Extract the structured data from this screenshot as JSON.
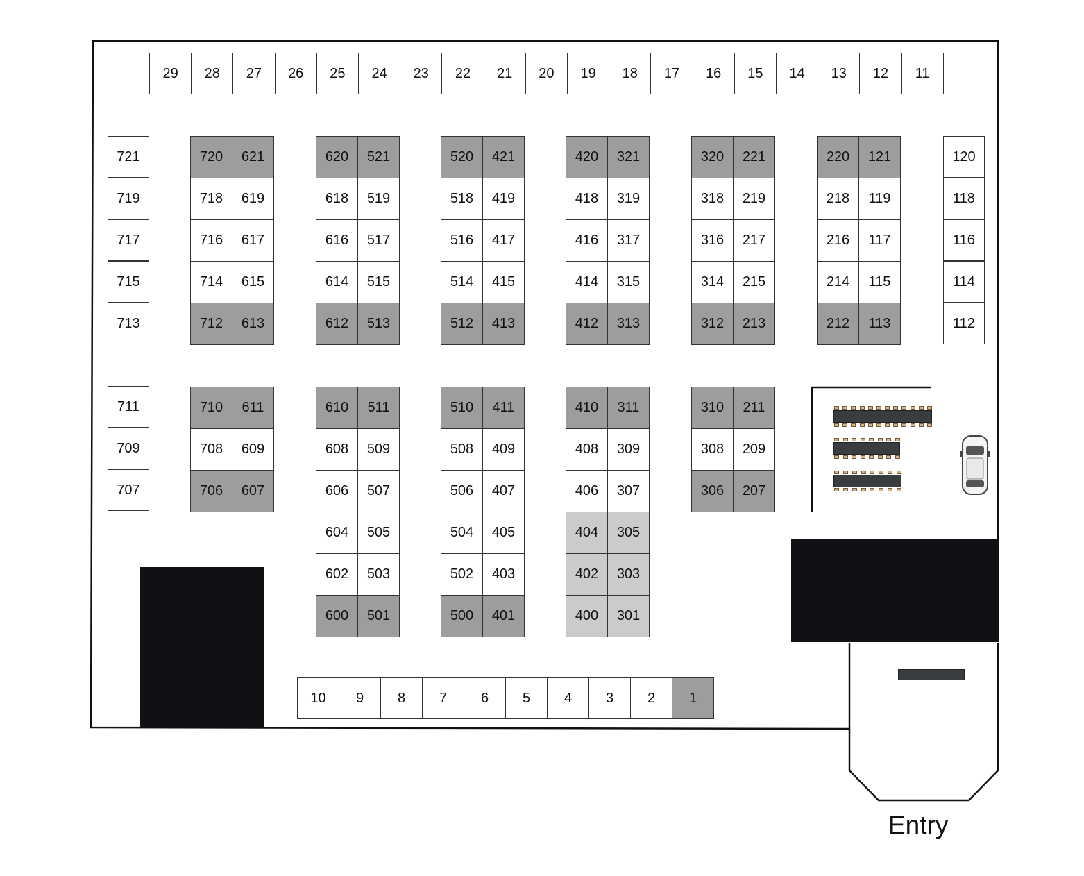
{
  "floor_plan": {
    "entry_label": "Entry",
    "colors": {
      "reserved_dark": "#9d9d9d",
      "reserved_light": "#cbcbcb",
      "available": "#ffffff",
      "blocked": "#0f1114"
    },
    "top_row": [
      "29",
      "28",
      "27",
      "26",
      "25",
      "24",
      "23",
      "22",
      "21",
      "20",
      "19",
      "18",
      "17",
      "16",
      "15",
      "14",
      "13",
      "12",
      "11"
    ],
    "bottom_row": [
      "10",
      "9",
      "8",
      "7",
      "6",
      "5",
      "4",
      "3",
      "2",
      "1"
    ],
    "bottom_row_status": [
      "available",
      "available",
      "available",
      "available",
      "available",
      "available",
      "available",
      "available",
      "available",
      "reserved_dark"
    ],
    "left_column_upper": [
      "721",
      "719",
      "717",
      "715",
      "713"
    ],
    "left_column_lower": [
      "711",
      "709",
      "707"
    ],
    "right_column": [
      "120",
      "118",
      "116",
      "114",
      "112"
    ],
    "upper_blocks": [
      {
        "rows": [
          [
            "720",
            "621"
          ],
          [
            "718",
            "619"
          ],
          [
            "716",
            "617"
          ],
          [
            "714",
            "615"
          ],
          [
            "712",
            "613"
          ]
        ],
        "status": [
          "dark",
          "white",
          "white",
          "white",
          "dark"
        ]
      },
      {
        "rows": [
          [
            "620",
            "521"
          ],
          [
            "618",
            "519"
          ],
          [
            "616",
            "517"
          ],
          [
            "614",
            "515"
          ],
          [
            "612",
            "513"
          ]
        ],
        "status": [
          "dark",
          "white",
          "white",
          "white",
          "dark"
        ]
      },
      {
        "rows": [
          [
            "520",
            "421"
          ],
          [
            "518",
            "419"
          ],
          [
            "516",
            "417"
          ],
          [
            "514",
            "415"
          ],
          [
            "512",
            "413"
          ]
        ],
        "status": [
          "dark",
          "white",
          "white",
          "white",
          "dark"
        ]
      },
      {
        "rows": [
          [
            "420",
            "321"
          ],
          [
            "418",
            "319"
          ],
          [
            "416",
            "317"
          ],
          [
            "414",
            "315"
          ],
          [
            "412",
            "313"
          ]
        ],
        "status": [
          "dark",
          "white",
          "white",
          "white",
          "dark"
        ]
      },
      {
        "rows": [
          [
            "320",
            "221"
          ],
          [
            "318",
            "219"
          ],
          [
            "316",
            "217"
          ],
          [
            "314",
            "215"
          ],
          [
            "312",
            "213"
          ]
        ],
        "status": [
          "dark",
          "white",
          "white",
          "white",
          "dark"
        ]
      },
      {
        "rows": [
          [
            "220",
            "121"
          ],
          [
            "218",
            "119"
          ],
          [
            "216",
            "117"
          ],
          [
            "214",
            "115"
          ],
          [
            "212",
            "113"
          ]
        ],
        "status": [
          "dark",
          "white",
          "white",
          "white",
          "dark"
        ]
      }
    ],
    "lower_blocks": [
      {
        "rows": [
          [
            "710",
            "611"
          ],
          [
            "708",
            "609"
          ],
          [
            "706",
            "607"
          ]
        ],
        "status": [
          "dark",
          "white",
          "dark"
        ]
      },
      {
        "rows": [
          [
            "610",
            "511"
          ],
          [
            "608",
            "509"
          ],
          [
            "606",
            "507"
          ],
          [
            "604",
            "505"
          ],
          [
            "602",
            "503"
          ],
          [
            "600",
            "501"
          ]
        ],
        "status": [
          "dark",
          "white",
          "white",
          "white",
          "white",
          "dark"
        ]
      },
      {
        "rows": [
          [
            "510",
            "411"
          ],
          [
            "508",
            "409"
          ],
          [
            "506",
            "407"
          ],
          [
            "504",
            "405"
          ],
          [
            "502",
            "403"
          ],
          [
            "500",
            "401"
          ]
        ],
        "status": [
          "dark",
          "white",
          "white",
          "white",
          "white",
          "dark"
        ]
      },
      {
        "rows": [
          [
            "410",
            "311"
          ],
          [
            "408",
            "309"
          ],
          [
            "406",
            "307"
          ],
          [
            "404",
            "305"
          ],
          [
            "402",
            "303"
          ],
          [
            "400",
            "301"
          ]
        ],
        "status": [
          "dark",
          "white",
          "white",
          "light",
          "light",
          "light"
        ]
      },
      {
        "rows": [
          [
            "310",
            "211"
          ],
          [
            "308",
            "209"
          ],
          [
            "306",
            "207"
          ]
        ],
        "status": [
          "dark",
          "white",
          "dark"
        ]
      }
    ],
    "icons": {
      "car": "car-icon",
      "tables": "dining-table-icon"
    }
  }
}
